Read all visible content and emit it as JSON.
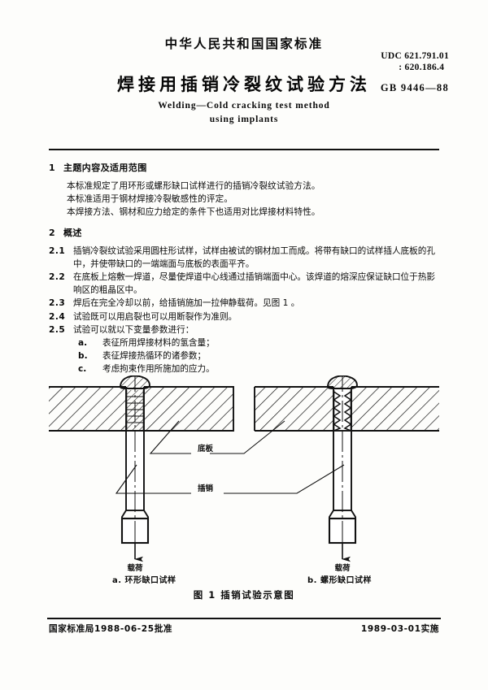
{
  "header": {
    "organization": "中华人民共和国国家标准",
    "title_cn": "焊接用插销冷裂纹试验方法",
    "title_en_line1": "Welding—Cold cracking test method",
    "title_en_line2": "using implants",
    "udc_line1": "UDC 621.791.01",
    "udc_line2": ": 620.186.4",
    "standard_code": "GB 9446—88"
  },
  "sections": [
    {
      "number": "1",
      "heading": "主题内容及适用范围",
      "paragraphs": [
        "本标准规定了用环形或螺形缺口试样进行的插销冷裂纹试验方法。",
        "本标准适用于钢材焊接冷裂敏感性的评定。",
        "本焊接方法、钢材和应力给定的条件下也适用对比焊接材料特性。"
      ]
    },
    {
      "number": "2",
      "heading": "概述",
      "clauses": [
        {
          "label": "2.1",
          "text": "插销冷裂纹试验采用圆柱形试样，试样由被试的钢材加工而成。将带有缺口的试样插人底板的孔中，并使带缺口的一端端面与底板的表面平齐。"
        },
        {
          "label": "2.2",
          "text": "在底板上熔敷一焊道，尽量使焊道中心线通过插销端面中心。该焊道的熔深应保证缺口位于热影响区的粗晶区中。"
        },
        {
          "label": "2.3",
          "text": "焊后在完全冷却以前，给插销施加一拉伸静载荷。见图 1 。"
        },
        {
          "label": "2.4",
          "text": "试验既可以用启裂也可以用断裂作为准则。"
        },
        {
          "label": "2.5",
          "text": "试验可以就以下变量参数进行："
        }
      ],
      "sub_items": [
        {
          "label": "a.",
          "text": "表征所用焊接材料的氢含量；"
        },
        {
          "label": "b.",
          "text": "表征焊接热循环的诸参数；"
        },
        {
          "label": "c.",
          "text": "考虑拘束作用所施加的应力。"
        }
      ]
    }
  ],
  "figure": {
    "label_base_plate": "底板",
    "label_implant": "插销",
    "label_load_left": "载荷",
    "label_load_right": "载荷",
    "caption_a": "a.  环形缺口试样",
    "caption_b": "b.  螺形缺口试样",
    "figure_title": "图 1   插销试验示意图"
  },
  "footer": {
    "approval": "国家标准局1988-06-25批准",
    "implementation": "1989-03-01实施"
  },
  "colors": {
    "ink": "#0a0a0a",
    "paper": "#fdfdfb",
    "rule": "#111111"
  }
}
